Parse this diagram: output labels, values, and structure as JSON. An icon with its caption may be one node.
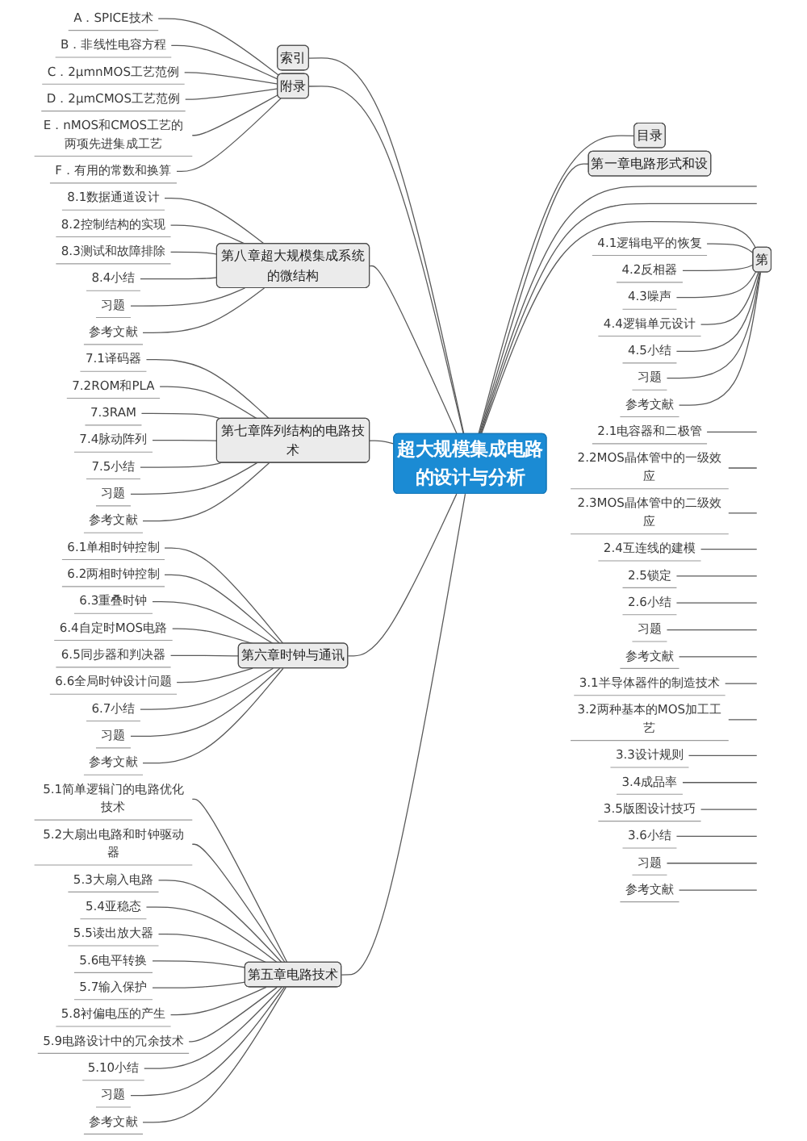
{
  "diagram": {
    "nodes": [
      {
        "text": [
          "超大规模集成电路的设计与分析"
        ]
      },
      {
        "text": [
          "索引"
        ]
      },
      {
        "text": [
          "附录"
        ]
      },
      {
        "text": [
          "A．SPICE技术"
        ]
      },
      {
        "text": [
          "B．非线性电容方程"
        ]
      },
      {
        "text": [
          "C．2μmnMOS工艺范例"
        ]
      },
      {
        "text": [
          "D．2μmCMOS工艺范例"
        ]
      },
      {
        "text": [
          "E．nMOS和CMOS工艺的两项先进集成工艺"
        ]
      },
      {
        "text": [
          "F．有用的常数和换算"
        ]
      },
      {
        "text": [
          "第八章超大规模集成系统的微结构"
        ]
      },
      {
        "text": [
          "8.1数据通道设计"
        ]
      },
      {
        "text": [
          "8.2控制结构的实现"
        ]
      },
      {
        "text": [
          "8.3测试和故障排除"
        ]
      },
      {
        "text": [
          "8.4小结"
        ]
      },
      {
        "text": [
          "习题"
        ]
      },
      {
        "text": [
          "参考文献"
        ]
      },
      {
        "text": [
          "第七章阵列结构的电路技术"
        ]
      },
      {
        "text": [
          "7.1译码器"
        ]
      },
      {
        "text": [
          "7.2ROM和PLA"
        ]
      },
      {
        "text": [
          "7.3RAM"
        ]
      },
      {
        "text": [
          "7.4脉动阵列"
        ]
      },
      {
        "text": [
          "7.5小结"
        ]
      },
      {
        "text": [
          "习题"
        ]
      },
      {
        "text": [
          "参考文献"
        ]
      },
      {
        "text": [
          "第六章时钟与通讯"
        ]
      },
      {
        "text": [
          "6.1单相时钟控制"
        ]
      },
      {
        "text": [
          "6.2两相时钟控制"
        ]
      },
      {
        "text": [
          "6.3重叠时钟"
        ]
      },
      {
        "text": [
          "6.4自定时MOS电路"
        ]
      },
      {
        "text": [
          "6.5同步器和判决器"
        ]
      },
      {
        "text": [
          "6.6全局时钟设计问题"
        ]
      },
      {
        "text": [
          "6.7小结"
        ]
      },
      {
        "text": [
          "习题"
        ]
      },
      {
        "text": [
          "参考文献"
        ]
      },
      {
        "text": [
          "第五章电路技术"
        ]
      },
      {
        "text": [
          "5.1简单逻辑门的电路优化技术"
        ]
      },
      {
        "text": [
          "5.2大扇出电路和时钟驱动器"
        ]
      },
      {
        "text": [
          "5.3大扇入电路"
        ]
      },
      {
        "text": [
          "5.4亚稳态"
        ]
      },
      {
        "text": [
          "5.5读出放大器"
        ]
      },
      {
        "text": [
          "5.6电平转换"
        ]
      },
      {
        "text": [
          "5.7输入保护"
        ]
      },
      {
        "text": [
          "5.8衬偏电压的产生"
        ]
      },
      {
        "text": [
          "5.9电路设计中的冗余技术"
        ]
      },
      {
        "text": [
          "5.10小结"
        ]
      },
      {
        "text": [
          "习题"
        ]
      },
      {
        "text": [
          "参考文献"
        ]
      },
      {
        "text": [
          "目录"
        ]
      },
      {
        "text": [
          "第一章电路形式和设"
        ]
      },
      {
        "text": [
          "2.1电容器和二极管"
        ]
      },
      {
        "text": [
          "2.2MOS晶体管中的一级效应"
        ]
      },
      {
        "text": [
          "2.3MOS晶体管中的二级效应"
        ]
      },
      {
        "text": [
          "2.4互连线的建模"
        ]
      },
      {
        "text": [
          "2.5锁定"
        ]
      },
      {
        "text": [
          "2.6小结"
        ]
      },
      {
        "text": [
          "习题"
        ]
      },
      {
        "text": [
          "参考文献"
        ]
      },
      {
        "text": [
          "3.1半导体器件的制造技术"
        ]
      },
      {
        "text": [
          "3.2两种基本的MOS加工工艺"
        ]
      },
      {
        "text": [
          "3.3设计规则"
        ]
      },
      {
        "text": [
          "3.4成品率"
        ]
      },
      {
        "text": [
          "3.5版图设计技巧"
        ]
      },
      {
        "text": [
          "3.6小结"
        ]
      },
      {
        "text": [
          "习题"
        ]
      },
      {
        "text": [
          "参考文献"
        ]
      },
      {
        "text": [
          "4.1逻辑电平的恢复"
        ]
      },
      {
        "text": [
          "4.2反相器"
        ]
      },
      {
        "text": [
          "4.3噪声"
        ]
      },
      {
        "text": [
          "4.4逻辑单元设计"
        ]
      },
      {
        "text": [
          "4.5小结"
        ]
      },
      {
        "text": [
          "习题"
        ]
      },
      {
        "text": [
          "参考文献"
        ]
      },
      {
        "text": [
          "第"
        ]
      }
    ],
    "edges": [
      {
        "from": 1,
        "to": 0,
        "arrow": "none"
      },
      {
        "from": 2,
        "to": 0,
        "arrow": "none"
      },
      {
        "from": 3,
        "to": 2,
        "arrow": "none"
      },
      {
        "from": 4,
        "to": 2,
        "arrow": "none"
      },
      {
        "from": 5,
        "to": 2,
        "arrow": "none"
      },
      {
        "from": 6,
        "to": 2,
        "arrow": "none"
      },
      {
        "from": 7,
        "to": 2,
        "arrow": "none"
      },
      {
        "from": 8,
        "to": 2,
        "arrow": "none"
      },
      {
        "from": 9,
        "to": 0,
        "arrow": "none"
      },
      {
        "from": 10,
        "to": 9,
        "arrow": "none"
      },
      {
        "from": 11,
        "to": 9,
        "arrow": "none"
      },
      {
        "from": 12,
        "to": 9,
        "arrow": "none"
      },
      {
        "from": 13,
        "to": 9,
        "arrow": "none"
      },
      {
        "from": 14,
        "to": 9,
        "arrow": "none"
      },
      {
        "from": 15,
        "to": 9,
        "arrow": "none"
      },
      {
        "from": 16,
        "to": 0,
        "arrow": "none"
      },
      {
        "from": 17,
        "to": 16,
        "arrow": "none"
      },
      {
        "from": 18,
        "to": 16,
        "arrow": "none"
      },
      {
        "from": 19,
        "to": 16,
        "arrow": "none"
      },
      {
        "from": 20,
        "to": 16,
        "arrow": "none"
      },
      {
        "from": 21,
        "to": 16,
        "arrow": "none"
      },
      {
        "from": 22,
        "to": 16,
        "arrow": "none"
      },
      {
        "from": 23,
        "to": 16,
        "arrow": "none"
      },
      {
        "from": 24,
        "to": 0,
        "arrow": "none"
      },
      {
        "from": 25,
        "to": 24,
        "arrow": "none"
      },
      {
        "from": 26,
        "to": 24,
        "arrow": "none"
      },
      {
        "from": 27,
        "to": 24,
        "arrow": "none"
      },
      {
        "from": 28,
        "to": 24,
        "arrow": "none"
      },
      {
        "from": 29,
        "to": 24,
        "arrow": "none"
      },
      {
        "from": 30,
        "to": 24,
        "arrow": "none"
      },
      {
        "from": 31,
        "to": 24,
        "arrow": "none"
      },
      {
        "from": 32,
        "to": 24,
        "arrow": "none"
      },
      {
        "from": 33,
        "to": 24,
        "arrow": "none"
      },
      {
        "from": 34,
        "to": 0,
        "arrow": "none"
      },
      {
        "from": 35,
        "to": 34,
        "arrow": "none"
      },
      {
        "from": 36,
        "to": 34,
        "arrow": "none"
      },
      {
        "from": 37,
        "to": 34,
        "arrow": "none"
      },
      {
        "from": 38,
        "to": 34,
        "arrow": "none"
      },
      {
        "from": 39,
        "to": 34,
        "arrow": "none"
      },
      {
        "from": 40,
        "to": 34,
        "arrow": "none"
      },
      {
        "from": 41,
        "to": 34,
        "arrow": "none"
      },
      {
        "from": 42,
        "to": 34,
        "arrow": "none"
      },
      {
        "from": 43,
        "to": 34,
        "arrow": "none"
      },
      {
        "from": 44,
        "to": 34,
        "arrow": "none"
      },
      {
        "from": 45,
        "to": 34,
        "arrow": "none"
      },
      {
        "from": 46,
        "to": 34,
        "arrow": "none"
      },
      {
        "from": 0,
        "to": 47,
        "arrow": "none"
      },
      {
        "from": 0,
        "to": 48,
        "arrow": "none"
      },
      {
        "from": 0,
        "to": null,
        "arrow": "none"
      },
      {
        "from": 49,
        "to": null,
        "arrow": "none"
      },
      {
        "from": 50,
        "to": null,
        "arrow": "none"
      },
      {
        "from": 51,
        "to": null,
        "arrow": "none"
      },
      {
        "from": 52,
        "to": null,
        "arrow": "none"
      },
      {
        "from": 53,
        "to": null,
        "arrow": "none"
      },
      {
        "from": 54,
        "to": null,
        "arrow": "none"
      },
      {
        "from": 55,
        "to": null,
        "arrow": "none"
      },
      {
        "from": 56,
        "to": null,
        "arrow": "none"
      },
      {
        "from": 0,
        "to": null,
        "arrow": "none"
      },
      {
        "from": 57,
        "to": null,
        "arrow": "none"
      },
      {
        "from": 58,
        "to": null,
        "arrow": "none"
      },
      {
        "from": 59,
        "to": null,
        "arrow": "none"
      },
      {
        "from": 60,
        "to": null,
        "arrow": "none"
      },
      {
        "from": 61,
        "to": null,
        "arrow": "none"
      },
      {
        "from": 62,
        "to": null,
        "arrow": "none"
      },
      {
        "from": 63,
        "to": null,
        "arrow": "none"
      },
      {
        "from": 64,
        "to": null,
        "arrow": "none"
      },
      {
        "from": 0,
        "to": 72,
        "arrow": "none"
      },
      {
        "from": 65,
        "to": 72,
        "arrow": "none"
      },
      {
        "from": 66,
        "to": 72,
        "arrow": "none"
      },
      {
        "from": 67,
        "to": 72,
        "arrow": "none"
      },
      {
        "from": 68,
        "to": 72,
        "arrow": "none"
      },
      {
        "from": 69,
        "to": 72,
        "arrow": "none"
      },
      {
        "from": 70,
        "to": 72,
        "arrow": "none"
      },
      {
        "from": 71,
        "to": 72,
        "arrow": "none"
      }
    ]
  }
}
